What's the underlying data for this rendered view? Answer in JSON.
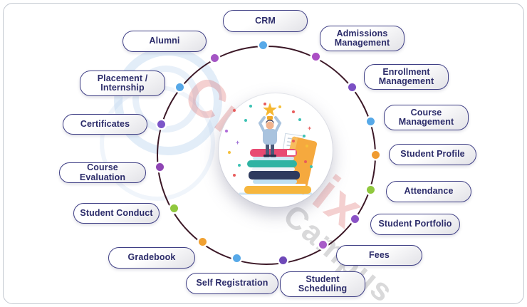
{
  "diagram": {
    "watermark_line1": "Creatrix",
    "watermark_line2": "Campus",
    "ring_color": "#3b1726",
    "center_illustration": "student holding a star trophy on a stack of books"
  },
  "items": [
    {
      "id": "crm",
      "label": "CRM",
      "dot_color": "#57a9e8"
    },
    {
      "id": "admissions-management",
      "label": "Admissions Management",
      "dot_color": "#ab4fc4"
    },
    {
      "id": "enrollment-management",
      "label": "Enrollment Management",
      "dot_color": "#7b50c4"
    },
    {
      "id": "course-management",
      "label": "Course Management",
      "dot_color": "#57a9e8"
    },
    {
      "id": "student-profile",
      "label": "Student Profile",
      "dot_color": "#f09b30"
    },
    {
      "id": "attendance",
      "label": "Attendance",
      "dot_color": "#90c83e"
    },
    {
      "id": "student-portfolio",
      "label": "Student Portfolio",
      "dot_color": "#8a52c6"
    },
    {
      "id": "fees",
      "label": "Fees",
      "dot_color": "#a85cc8"
    },
    {
      "id": "student-scheduling",
      "label": "Student Scheduling",
      "dot_color": "#6f49b8"
    },
    {
      "id": "self-registration",
      "label": "Self Registration",
      "dot_color": "#57a9e8"
    },
    {
      "id": "gradebook",
      "label": "Gradebook",
      "dot_color": "#f0a132"
    },
    {
      "id": "student-conduct",
      "label": "Student Conduct",
      "dot_color": "#90c83e"
    },
    {
      "id": "course-evaluation",
      "label": "Course Evaluation",
      "dot_color": "#8f46b4"
    },
    {
      "id": "certificates",
      "label": "Certificates",
      "dot_color": "#7b55c8"
    },
    {
      "id": "placement-internship",
      "label": "Placement / Internship",
      "dot_color": "#57a9e8"
    },
    {
      "id": "alumni",
      "label": "Alumni",
      "dot_color": "#a455c4"
    }
  ]
}
